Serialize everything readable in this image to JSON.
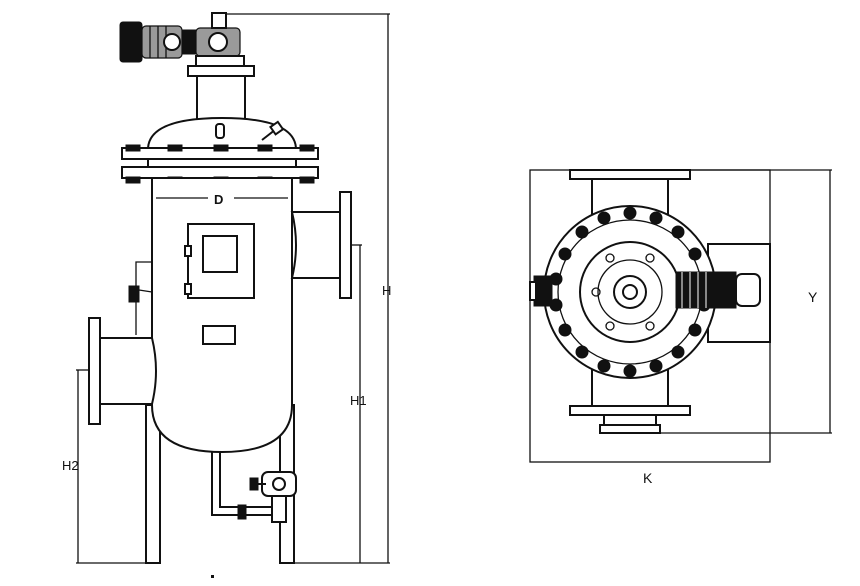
{
  "front_view": {
    "labels": {
      "diameter": "D",
      "height_total": "H",
      "height_inlet": "H1",
      "height_outlet": "H2"
    }
  },
  "top_view": {
    "labels": {
      "width": "K",
      "depth": "Y"
    }
  },
  "colors": {
    "line": "#111111",
    "background": "#ffffff",
    "motor_gray": "#9a9a9a"
  }
}
